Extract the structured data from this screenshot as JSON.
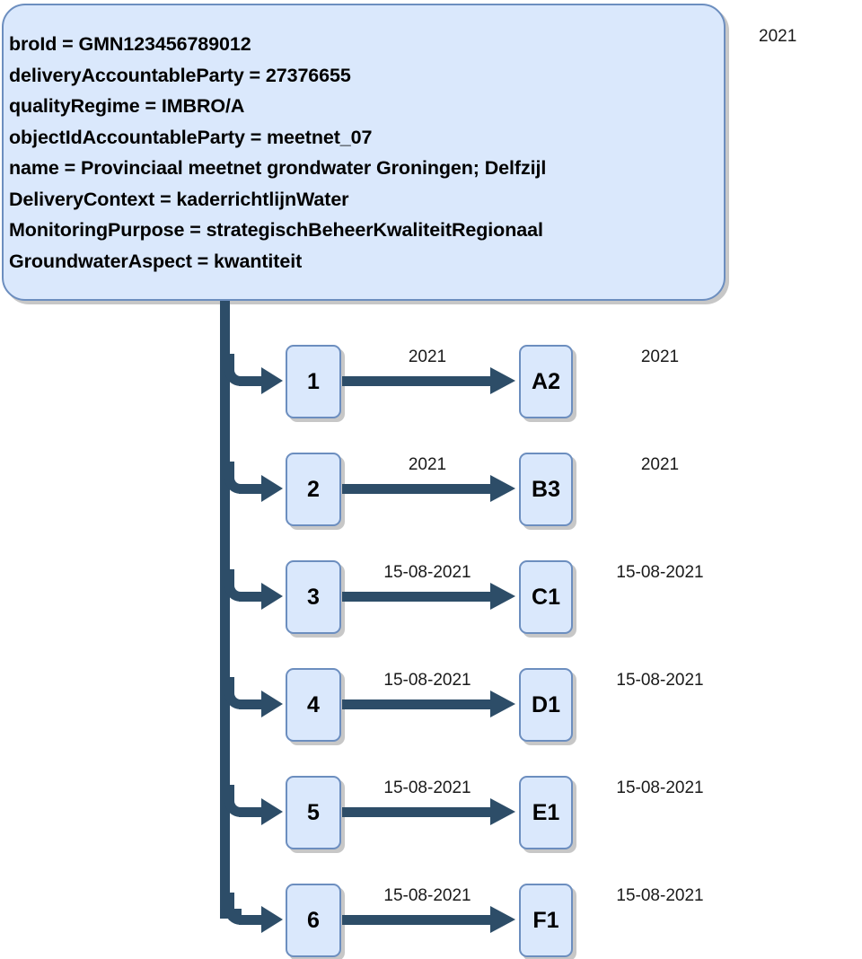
{
  "diagram": {
    "title_note": "2021",
    "info_card": {
      "lines": [
        "broId = GMN123456789012",
        "deliveryAccountableParty = 27376655",
        "qualityRegime = IMBRO/A",
        "objectIdAccountableParty = meetnet_07",
        "name = Provinciaal meetnet grondwater Groningen; Delfzijl",
        "DeliveryContext = kaderrichtlijnWater",
        "MonitoringPurpose = strategischBeheerKwaliteitRegionaal",
        "GroundwaterAspect = kwantiteit"
      ]
    },
    "rows": [
      {
        "index_label": "1",
        "target_label": "A2",
        "edge_label": "2021",
        "side_note": "2021"
      },
      {
        "index_label": "2",
        "target_label": "B3",
        "edge_label": "2021",
        "side_note": "2021"
      },
      {
        "index_label": "3",
        "target_label": "C1",
        "edge_label": "15-08-2021",
        "side_note": "15-08-2021"
      },
      {
        "index_label": "4",
        "target_label": "D1",
        "edge_label": "15-08-2021",
        "side_note": "15-08-2021"
      },
      {
        "index_label": "5",
        "target_label": "E1",
        "edge_label": "15-08-2021",
        "side_note": "15-08-2021"
      },
      {
        "index_label": "6",
        "target_label": "F1",
        "edge_label": "15-08-2021",
        "side_note": "15-08-2021"
      }
    ],
    "colors": {
      "node_fill": "#dae8fc",
      "node_border": "#6c8ebf",
      "connector": "#2d4d68",
      "text": "#000000",
      "background": "#ffffff"
    }
  }
}
